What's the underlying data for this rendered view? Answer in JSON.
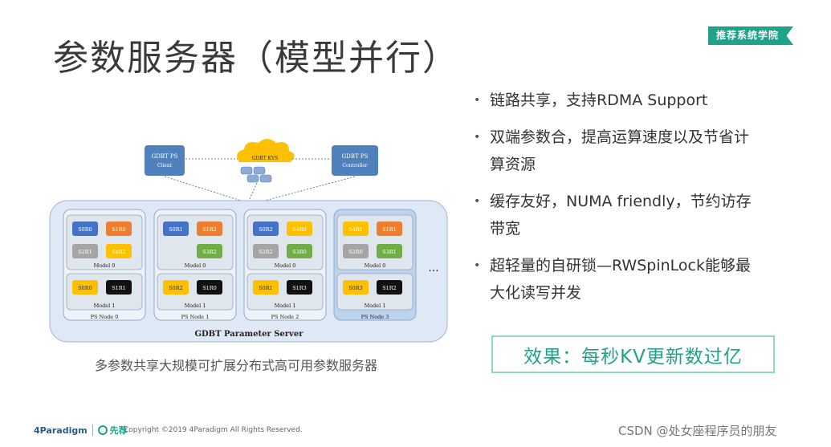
{
  "title": "参数服务器（模型并行）",
  "tag": "推荐系统学院",
  "bullets": [
    {
      "line1": "链路共享，支持RDMA Support",
      "line2": ""
    },
    {
      "line1": "双端参数合，提高运算速度以及节省计",
      "line2": "算资源"
    },
    {
      "line1": "缓存友好，NUMA friendly，节约访存",
      "line2": "带宽"
    },
    {
      "line1": "超轻量的自研锁—RWSpinLock能够最",
      "line2": "大化读写并发"
    }
  ],
  "effect": "效果：每秒KV更新数过亿",
  "caption": "多参数共享大规模可扩展分布式高可用参数服务器",
  "footer": {
    "logo1": "4Paradigm",
    "logo2": "先荐",
    "copyright": "Copyright ©2019 4Paradigm All Rights Reserved.",
    "watermark": "CSDN @处女座程序员的朋友"
  },
  "diagram": {
    "client": [
      "GDBT PS",
      "Client"
    ],
    "kvs": "GDBT KVS",
    "controller": [
      "GDBT PS",
      "Controller"
    ],
    "server_label": "GDBT Parameter Server",
    "ellipsis": "...",
    "nodes": [
      {
        "label": "PS Node 0",
        "m0": [
          "S0R0",
          "S1R0",
          "S2R1",
          "S4R2"
        ],
        "m0_label": "Model 0",
        "m1": [
          "S0R0",
          "S1R1"
        ],
        "m1_label": "Model 1"
      },
      {
        "label": "PS Node 1",
        "m0": [
          "S0R1",
          "S1R2",
          "S3R2"
        ],
        "m0_label": "Model 0",
        "m1": [
          "S0R2",
          "S1R0"
        ],
        "m1_label": "Model 1"
      },
      {
        "label": "PS Node 2",
        "m0": [
          "S0R2",
          "S4R0",
          "S2R2",
          "S3R0"
        ],
        "m0_label": "Model 0",
        "m1": [
          "S0R1",
          "S1R3"
        ],
        "m1_label": "Model 1"
      },
      {
        "label": "PS Node 3",
        "m0": [
          "S4R1",
          "S1R1",
          "S2R0",
          "S3R1"
        ],
        "m0_label": "Model 0",
        "m1": [
          "S0R3",
          "S1R2"
        ],
        "m1_label": "Model 1"
      }
    ],
    "colors": {
      "blue": "#4472c4",
      "orange": "#ed7d31",
      "gray": "#a5a5a5",
      "yellow": "#ffc000",
      "green": "#70ad47",
      "black": "#111111",
      "node_bg": "#eef3fa",
      "outer_bg": "#dfe8f5",
      "highlight": "#bdd2ec",
      "cloud": "#ffc000",
      "box_blue": "#4f81bd"
    }
  }
}
